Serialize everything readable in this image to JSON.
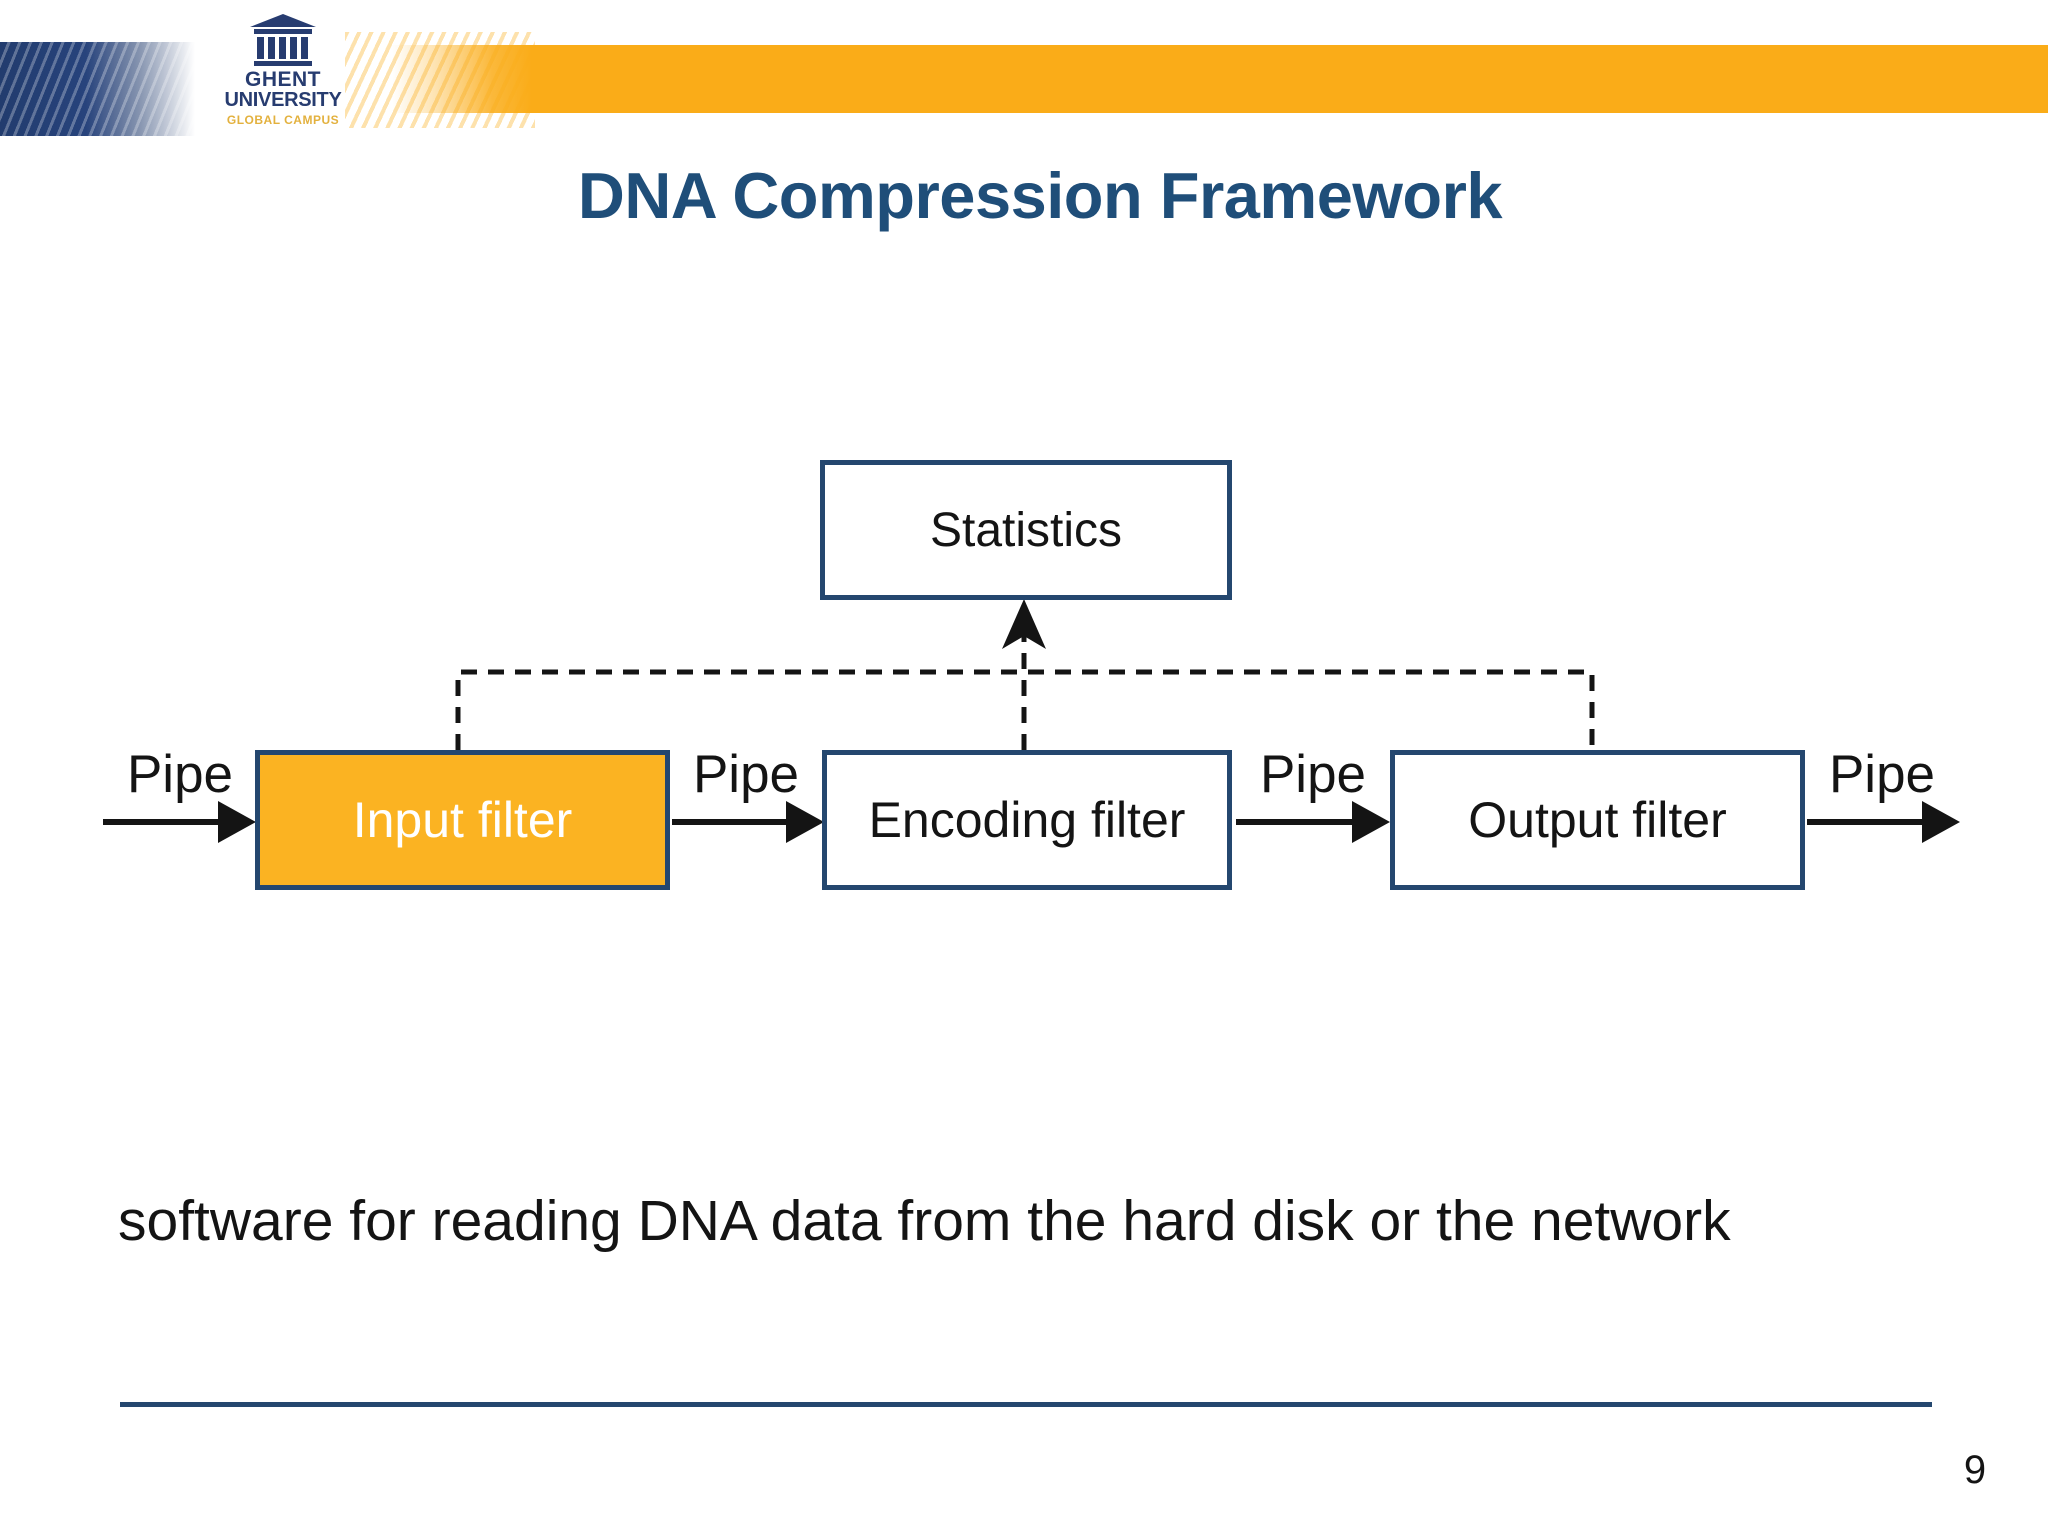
{
  "slide": {
    "title": "DNA Compression Framework",
    "caption": "software for reading DNA data from the hard disk or the network",
    "page_number": "9"
  },
  "logo": {
    "line1": "GHENT",
    "line2": "UNIVERSITY",
    "line3": "GLOBAL CAMPUS"
  },
  "diagram": {
    "statistics_label": "Statistics",
    "filters": [
      {
        "label": "Input filter",
        "variant": "highlighted-gold"
      },
      {
        "label": "Encoding filter",
        "variant": "plain"
      },
      {
        "label": "Output filter",
        "variant": "plain"
      }
    ],
    "pipe_labels": [
      "Pipe",
      "Pipe",
      "Pipe",
      "Pipe"
    ],
    "connections": [
      "pipe-arrow into Input filter",
      "Input filter to Encoding filter",
      "Encoding filter to Output filter",
      "Output filter to output pipe",
      "dashed lines from all three filters merge and point up into Statistics"
    ]
  },
  "colors": {
    "title_navy": "#1F4E79",
    "border_navy": "#24476F",
    "logo_navy": "#273c70",
    "banner_gold": "#FAAC18",
    "input_filter_gold": "#FBB322",
    "text_black": "#141414"
  }
}
